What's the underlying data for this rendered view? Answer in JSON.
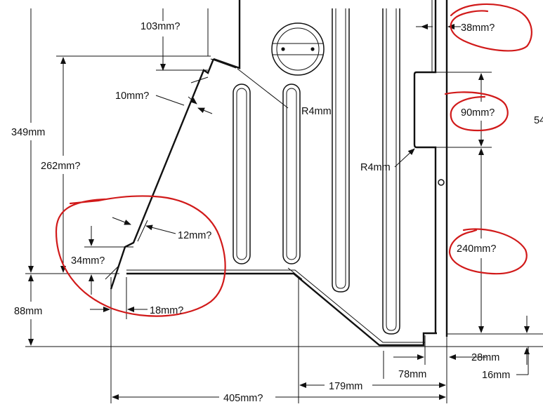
{
  "dimensions": {
    "d103": "103mm?",
    "d10": "10mm?",
    "d349": "349mm",
    "d262": "262mm?",
    "d12": "12mm?",
    "d34": "34mm?",
    "d88": "88mm",
    "d18": "18mm?",
    "r4a": "R4mm",
    "r4b": "R4mm",
    "d38": "38mm?",
    "d90": "90mm?",
    "d240": "240mm?",
    "d54": "54",
    "d28": "28mm",
    "d16": "16mm",
    "d78": "78mm",
    "d179": "179mm",
    "d405": "405mm?"
  },
  "colors": {
    "ink": "#111111",
    "annotation": "#d11a1a",
    "paper": "#ffffff"
  }
}
